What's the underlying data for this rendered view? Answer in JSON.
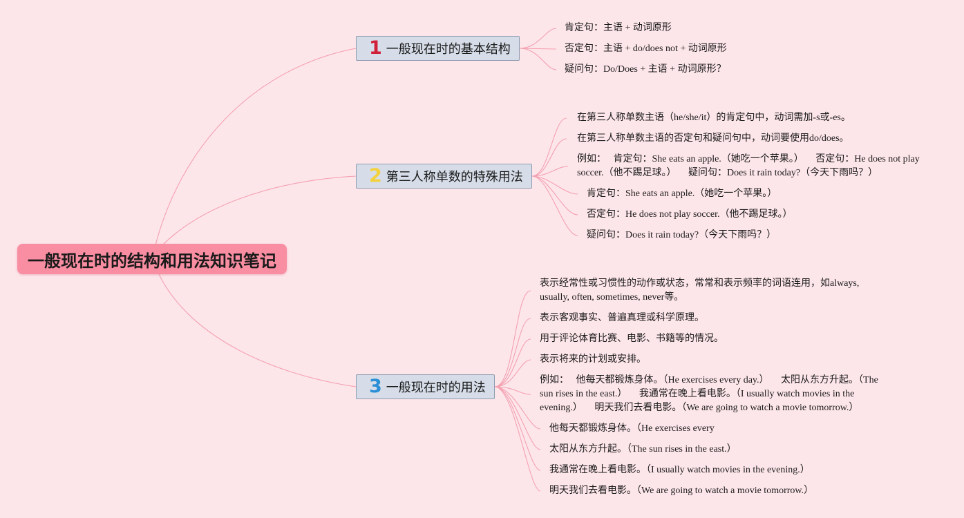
{
  "root": {
    "title": "一般现在时的结构和用法知识笔记"
  },
  "colors": {
    "background": "#fde6ea",
    "root_fill": "#f98ea2",
    "branch_fill": "#d6dde8",
    "branch_border": "#8e9bb0",
    "connector": "#f4a0b0",
    "num_1": "#d1203a",
    "num_2": "#f3d23c",
    "num_3": "#2a8fd6"
  },
  "branches": [
    {
      "num": "1",
      "title": "一般现在时的基本结构",
      "items": [
        "肯定句：主语 + 动词原形",
        "否定句：主语 + do/does not + 动词原形",
        "疑问句：Do/Does + 主语 + 动词原形？"
      ]
    },
    {
      "num": "2",
      "title": "第三人称单数的特殊用法",
      "items": [
        "在第三人称单数主语（he/she/it）的肯定句中，动词需加-s或-es。",
        "在第三人称单数主语的否定句和疑问句中，动词要使用do/does。",
        "例如：　 肯定句：She eats an apple.（她吃一个苹果。） 　否定句：He does not play soccer.（他不踢足球。） 　疑问句：Does it rain today?（今天下雨吗？）",
        "肯定句：She eats an apple.（她吃一个苹果。）",
        "否定句：He does not play soccer.（他不踢足球。）",
        "疑问句：Does it rain today?（今天下雨吗？）"
      ]
    },
    {
      "num": "3",
      "title": "一般现在时的用法",
      "items": [
        "表示经常性或习惯性的动作或状态，常常和表示频率的词语连用，如always, usually, often, sometimes, never等。",
        "表示客观事实、普遍真理或科学原理。",
        "用于评论体育比赛、电影、书籍等的情况。",
        "表示将来的计划或安排。",
        "例如：　 他每天都锻炼身体。（He exercises every day.） 　太阳从东方升起。（The sun rises in the east.） 　我通常在晚上看电影。（I usually watch movies in the evening.） 　明天我们去看电影。（We are going to watch a movie tomorrow.）",
        "他每天都锻炼身体。（He exercises every",
        "太阳从东方升起。（The sun rises in the east.）",
        "我通常在晚上看电影。（I usually watch movies in the evening.）",
        "明天我们去看电影。（We are going to watch a movie tomorrow.）"
      ]
    }
  ]
}
